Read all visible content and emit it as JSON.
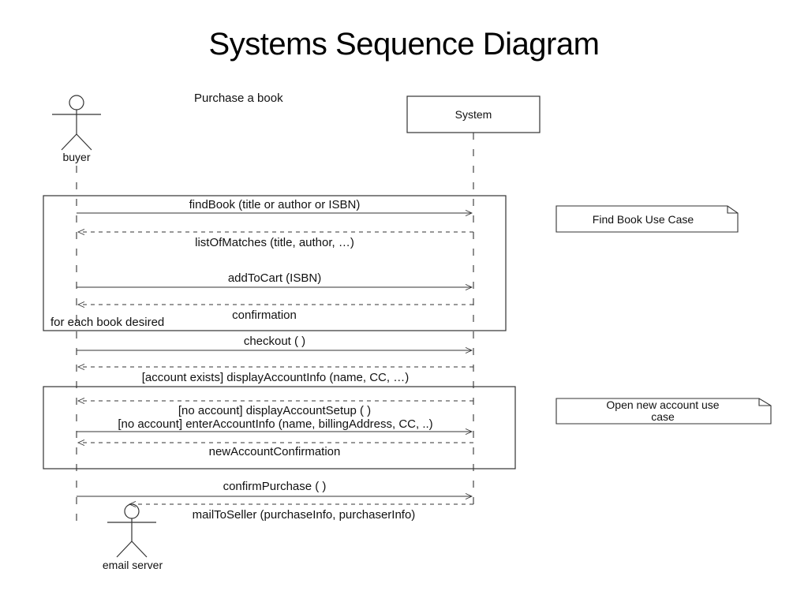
{
  "slide_title": "Systems Sequence Diagram",
  "diagram": {
    "caption": "Purchase a book",
    "participants": {
      "buyer": "buyer",
      "system": "System",
      "email_server": "email server"
    },
    "messages": {
      "find_book": "findBook (title or author or ISBN)",
      "list_of_matches": "listOfMatches (title, author, …)",
      "add_to_cart": "addToCart (ISBN)",
      "confirmation": "confirmation",
      "checkout": "checkout ( )",
      "display_account_info": "[account exists] displayAccountInfo (name, CC, …)",
      "display_account_setup": "[no account] displayAccountSetup ( )",
      "enter_account_info": "[no account] enterAccountInfo (name, billingAddress, CC, ..)",
      "new_account_confirmation": "newAccountConfirmation",
      "confirm_purchase": "confirmPurchase ( )",
      "mail_to_seller": "mailToSeller (purchaseInfo, purchaserInfo)"
    },
    "fragments": {
      "loop_label": "for each book desired"
    },
    "notes": {
      "find_book": "Find Book Use Case",
      "new_account_line1": "Open new account use",
      "new_account_line2": "case"
    }
  }
}
